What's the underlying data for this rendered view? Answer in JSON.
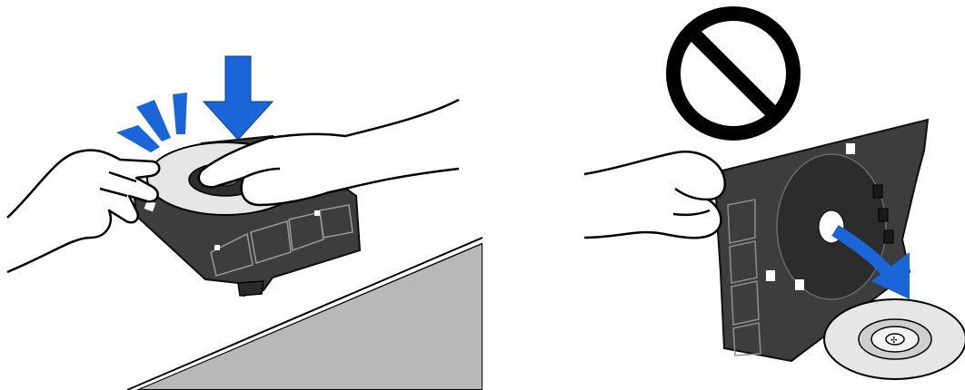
{
  "figure": {
    "panels": [
      {
        "name": "correct-placement",
        "depicts": [
          "hand",
          "hand",
          "disc",
          "disc-tray",
          "press-arrow",
          "tab-emphasis-marks"
        ]
      },
      {
        "name": "incorrect-removal",
        "depicts": [
          "prohibition-sign",
          "hand",
          "disc-tray",
          "remove-arrow",
          "disc"
        ]
      }
    ],
    "colors": {
      "accent": "#1a66d9",
      "tray": "#3d3d3d",
      "tray_border": "#0f0f0f",
      "disc": "#e6e6e6",
      "surface": "#b8b8b8",
      "outline": "#000000",
      "background": "#ffffff"
    },
    "icons": [
      "down-arrow-icon",
      "prohibited-icon",
      "curved-arrow-icon"
    ]
  }
}
